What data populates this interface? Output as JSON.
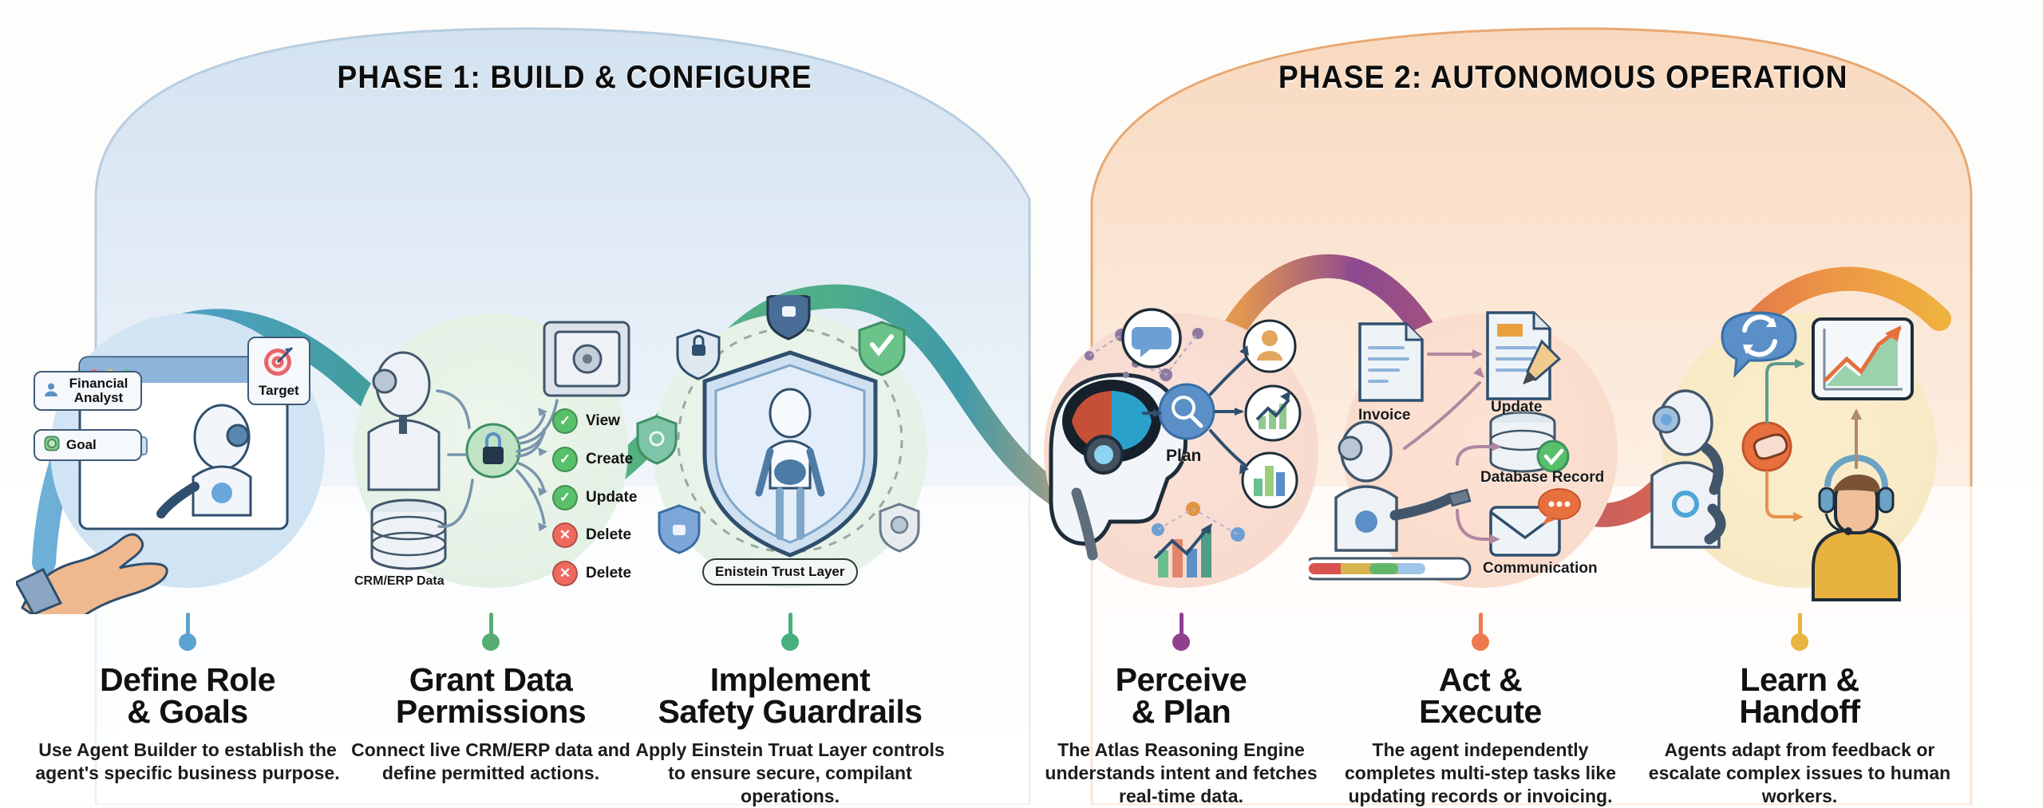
{
  "phases": [
    {
      "id": "phase-1",
      "title": "PHASE 1: BUILD & CONFIGURE",
      "tint": "#dbe7f3",
      "border": "#aac2da"
    },
    {
      "id": "phase-2",
      "title": "PHASE 2: AUTONOMOUS OPERATION",
      "tint": "#fae3d1",
      "border": "#e9a572"
    }
  ],
  "steps": [
    {
      "id": "define-role-goals",
      "title_line1": "Define Role",
      "title_line2": "& Goals",
      "description": "Use Agent Builder to establish the agent's specific business purpose.",
      "accent": "#5ba3d0",
      "art_labels": {
        "role": "Financial Analyst",
        "goal": "Goal",
        "target": "Target"
      }
    },
    {
      "id": "grant-data-permissions",
      "title_line1": "Grant Data",
      "title_line2": "Permissions",
      "description": "Connect live CRM/ERP data and define permitted actions.",
      "accent": "#56ac72",
      "art_labels": {
        "data_source": "CRM/ERP Data"
      },
      "permissions": [
        {
          "action": "View",
          "allowed": true
        },
        {
          "action": "Create",
          "allowed": true
        },
        {
          "action": "Update",
          "allowed": true
        },
        {
          "action": "Delete",
          "allowed": false
        },
        {
          "action": "Delete",
          "allowed": false
        }
      ]
    },
    {
      "id": "implement-safety-guardrails",
      "title_line1": "Implement",
      "title_line2": "Safety Guardrails",
      "description": "Apply Einstein Truat Layer controls to ensure secure, compilant operations.",
      "accent": "#46b07f",
      "art_labels": {
        "badge": "Enistein Trust Layer"
      }
    },
    {
      "id": "perceive-plan",
      "title_line1": "Perceive",
      "title_line2": "& Plan",
      "description": "The Atlas Reasoning Engine understands intent and fetches real-time data.",
      "accent": "#8e3f8e",
      "art_labels": {
        "plan": "Plan"
      }
    },
    {
      "id": "act-execute",
      "title_line1": "Act &",
      "title_line2": "Execute",
      "description": "The agent independently completes multi-step tasks like updating records or invoicing.",
      "accent": "#ed7a4e",
      "art_labels": {
        "invoice": "Invoice",
        "update": "Update",
        "database": "Database Record",
        "communication": "Communication"
      }
    },
    {
      "id": "learn-handoff",
      "title_line1": "Learn &",
      "title_line2": "Handoff",
      "description": "Agents adapt from feedback or escalate complex issues to human workers.",
      "accent": "#e8b442",
      "art_labels": {}
    }
  ],
  "ribbon": {
    "colors": [
      "#5ba3d0",
      "#3f9e96",
      "#58b27e",
      "#2f9fa6",
      "#e59a55",
      "#8e4a8e",
      "#e0674a",
      "#efb13f"
    ]
  }
}
